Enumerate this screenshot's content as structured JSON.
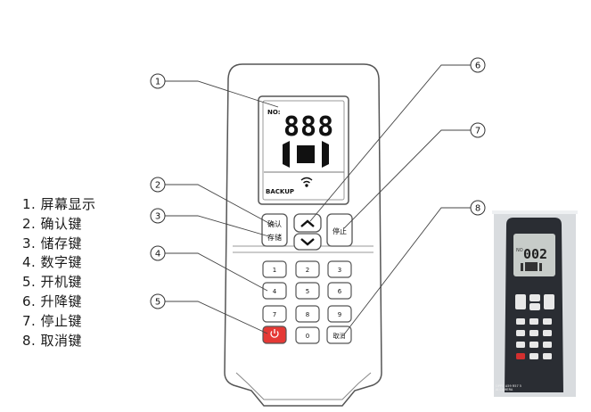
{
  "legend": [
    {
      "num": "1",
      "label": "屏幕显示"
    },
    {
      "num": "2",
      "label": "确认键"
    },
    {
      "num": "3",
      "label": "储存键"
    },
    {
      "num": "4",
      "label": "数字键"
    },
    {
      "num": "5",
      "label": "开机键"
    },
    {
      "num": "6",
      "label": "升降键"
    },
    {
      "num": "7",
      "label": "停止键"
    },
    {
      "num": "8",
      "label": "取消键"
    }
  ],
  "remote": {
    "no_label": "NO:",
    "digits": "888",
    "backup_label": "BACKUP",
    "confirm_label_1": "确认",
    "confirm_label_2": "存储",
    "stop_label": "停止",
    "cancel_label": "取消",
    "keys": [
      "1",
      "2",
      "3",
      "4",
      "5",
      "6",
      "7",
      "8",
      "9",
      "0"
    ]
  },
  "callouts": [
    "1",
    "2",
    "3",
    "4",
    "5",
    "6",
    "7",
    "8"
  ],
  "photo": {
    "no_label": "NO",
    "digits": "002",
    "watermark_1": "OPPO A59 R57 5",
    "watermark_2": "AI CAMERA"
  },
  "colors": {
    "power": "#e53935",
    "outline": "#555555",
    "photo_body": "#2a2d33"
  }
}
